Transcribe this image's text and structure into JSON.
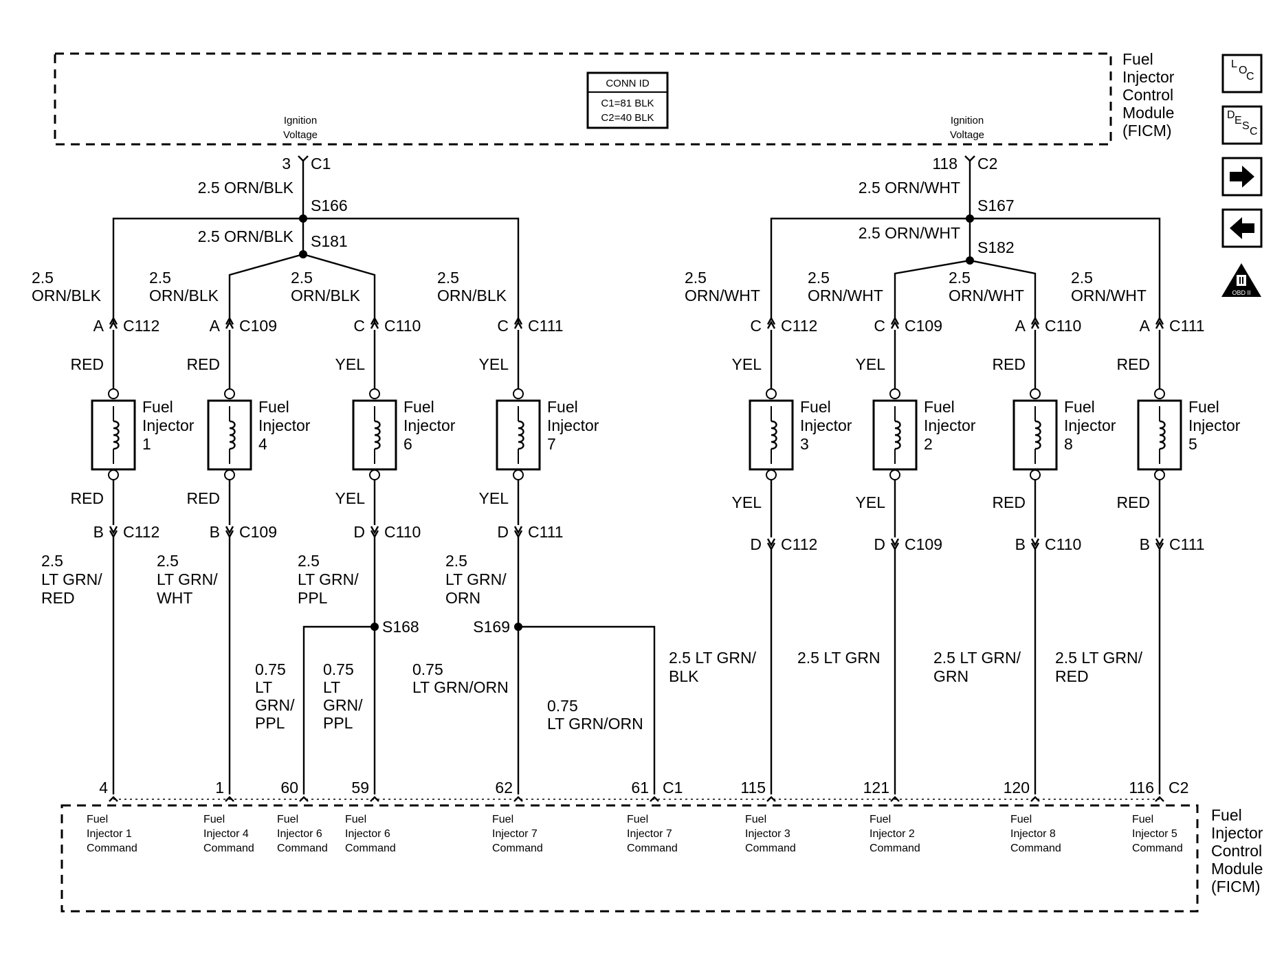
{
  "modules": {
    "top_name": "Fuel\nInjector\nControl\nModule\n(FICM)",
    "bottom_name": "Fuel\nInjector\nControl\nModule\n(FICM)"
  },
  "conn_id": {
    "title": "CONN ID",
    "line1": "C1=81 BLK",
    "line2": "C2=40 BLK"
  },
  "supplies": [
    {
      "label": "Ignition\nVoltage",
      "pin": "3",
      "connector": "C1",
      "wire": "2.5 ORN/BLK",
      "splice1": "S166",
      "wire2": "2.5 ORN/BLK",
      "splice2": "S181"
    },
    {
      "label": "Ignition\nVoltage",
      "pin": "118",
      "connector": "C2",
      "wire": "2.5 ORN/WHT",
      "splice1": "S167",
      "wire2": "2.5 ORN/WHT",
      "splice2": "S182"
    }
  ],
  "injectors": [
    {
      "name": "Fuel\nInjector\n1",
      "top_wire": "2.5\nORN/BLK",
      "top_pin": "A",
      "top_conn": "C112",
      "top_color": "RED",
      "bot_color": "RED",
      "bot_pin": "B",
      "bot_conn": "C112",
      "bot_wire": "2.5\nLT GRN/\nRED"
    },
    {
      "name": "Fuel\nInjector\n4",
      "top_wire": "2.5\nORN/BLK",
      "top_pin": "A",
      "top_conn": "C109",
      "top_color": "RED",
      "bot_color": "RED",
      "bot_pin": "B",
      "bot_conn": "C109",
      "bot_wire": "2.5\nLT GRN/\nWHT"
    },
    {
      "name": "Fuel\nInjector\n6",
      "top_wire": "2.5\nORN/BLK",
      "top_pin": "C",
      "top_conn": "C110",
      "top_color": "YEL",
      "bot_color": "YEL",
      "bot_pin": "D",
      "bot_conn": "C110",
      "bot_wire": "2.5\nLT GRN/\nPPL"
    },
    {
      "name": "Fuel\nInjector\n7",
      "top_wire": "2.5\nORN/BLK",
      "top_pin": "C",
      "top_conn": "C111",
      "top_color": "YEL",
      "bot_color": "YEL",
      "bot_pin": "D",
      "bot_conn": "C111",
      "bot_wire": "2.5\nLT GRN/\nORN"
    },
    {
      "name": "Fuel\nInjector\n3",
      "top_wire": "2.5\nORN/WHT",
      "top_pin": "C",
      "top_conn": "C112",
      "top_color": "YEL",
      "bot_color": "YEL",
      "bot_pin": "D",
      "bot_conn": "C112",
      "bot_wire": "2.5 LT GRN/\nBLK"
    },
    {
      "name": "Fuel\nInjector\n2",
      "top_wire": "2.5\nORN/WHT",
      "top_pin": "C",
      "top_conn": "C109",
      "top_color": "YEL",
      "bot_color": "YEL",
      "bot_pin": "D",
      "bot_conn": "C109",
      "bot_wire": "2.5 LT GRN"
    },
    {
      "name": "Fuel\nInjector\n8",
      "top_wire": "2.5\nORN/WHT",
      "top_pin": "A",
      "top_conn": "C110",
      "top_color": "RED",
      "bot_color": "RED",
      "bot_pin": "B",
      "bot_conn": "C110",
      "bot_wire": "2.5 LT GRN/\nGRN"
    },
    {
      "name": "Fuel\nInjector\n5",
      "top_wire": "2.5\nORN/WHT",
      "top_pin": "A",
      "top_conn": "C111",
      "top_color": "RED",
      "bot_color": "RED",
      "bot_pin": "B",
      "bot_conn": "C111",
      "bot_wire": "2.5 LT GRN/\nRED"
    }
  ],
  "splices_lower": [
    {
      "id": "S168"
    },
    {
      "id": "S169"
    }
  ],
  "branch_wires": [
    {
      "text": "0.75\nLT\nGRN/\nPPL"
    },
    {
      "text": "0.75\nLT\nGRN/\nPPL"
    },
    {
      "text": "0.75\nLT GRN/ORN"
    },
    {
      "text": "0.75\nLT GRN/ORN"
    }
  ],
  "terminals": [
    {
      "pin": "4",
      "label": "Fuel\nInjector 1\nCommand"
    },
    {
      "pin": "1",
      "label": "Fuel\nInjector 4\nCommand"
    },
    {
      "pin": "60",
      "label": "Fuel\nInjector 6\nCommand"
    },
    {
      "pin": "59",
      "label": "Fuel\nInjector 6\nCommand"
    },
    {
      "pin": "62",
      "label": "Fuel\nInjector 7\nCommand"
    },
    {
      "pin": "61",
      "label": "Fuel\nInjector 7\nCommand"
    },
    {
      "pin": "115",
      "label": "Fuel\nInjector 3\nCommand"
    },
    {
      "pin": "121",
      "label": "Fuel\nInjector 2\nCommand"
    },
    {
      "pin": "120",
      "label": "Fuel\nInjector 8\nCommand"
    },
    {
      "pin": "116",
      "label": "Fuel\nInjector 5\nCommand"
    }
  ],
  "bottom_connectors": {
    "left": "C1",
    "right": "C2"
  },
  "nav_icons": [
    {
      "name": "loc-icon",
      "label": "L\nO\nC"
    },
    {
      "name": "desc-icon",
      "label": "D\nE\nS\nC"
    },
    {
      "name": "next-arrow-icon",
      "label": ""
    },
    {
      "name": "back-arrow-icon",
      "label": ""
    },
    {
      "name": "obd-ii-icon",
      "label": "OBD II"
    }
  ]
}
